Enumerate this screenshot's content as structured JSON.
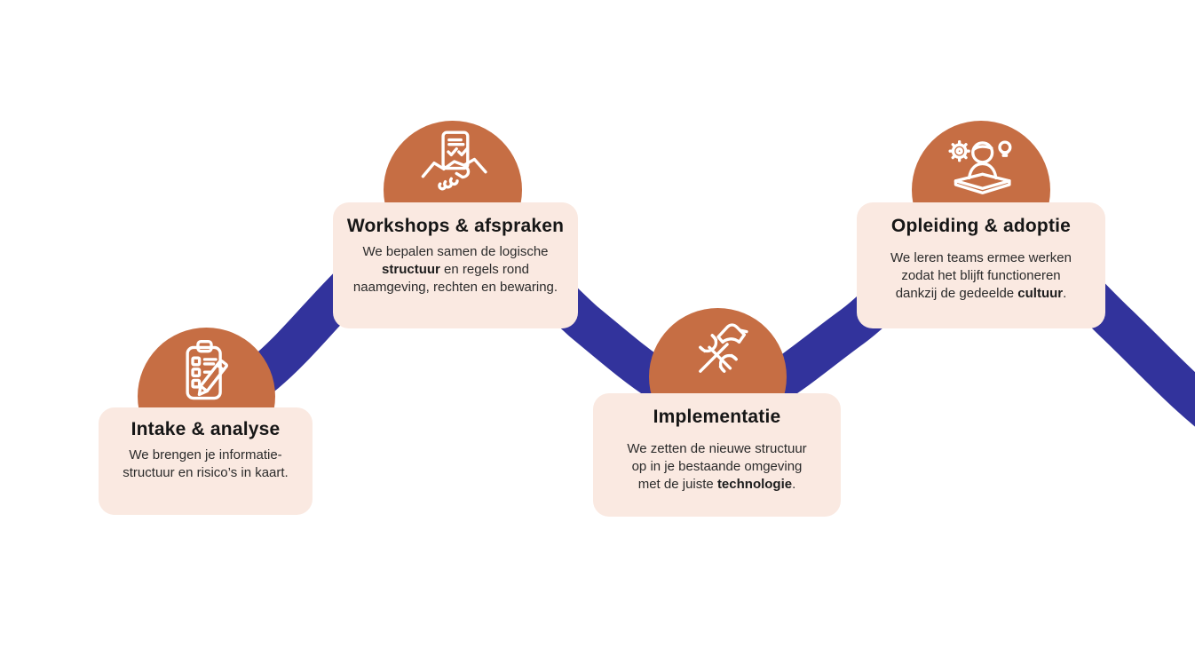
{
  "theme": {
    "bg": "#ffffff",
    "ribbon": "#32339c",
    "circle": "#c66e44",
    "card_bg": "#fae9e1",
    "title_color": "#161616",
    "body_color": "#2b2b2b",
    "icon_stroke": "#ffffff"
  },
  "diagram": {
    "kind": "process-flow-wave",
    "step_count": 4
  },
  "steps": [
    {
      "title": "Intake & analyse",
      "icon": "clipboard-checklist-pencil-icon",
      "body": [
        {
          "text": "We brengen je informatie-\nstructuur en risico’s in kaart.",
          "bold": false
        }
      ]
    },
    {
      "title": "Workshops & afspraken",
      "icon": "contract-handshake-icon",
      "body": [
        {
          "text": "We bepalen samen de logische\n",
          "bold": false
        },
        {
          "text": "structuur",
          "bold": true
        },
        {
          "text": " en regels rond\nnaamgeving, rechten en bewaring.",
          "bold": false
        }
      ]
    },
    {
      "title": "Implementatie",
      "icon": "wrench-hammer-tools-icon",
      "body": [
        {
          "text": "We zetten de nieuwe structuur\nop in je bestaande omgeving\nmet de juiste ",
          "bold": false
        },
        {
          "text": "technologie",
          "bold": true
        },
        {
          "text": ".",
          "bold": false
        }
      ]
    },
    {
      "title": "Opleiding & adoptie",
      "icon": "training-person-book-icon",
      "body": [
        {
          "text": "We leren teams ermee werken\nzodat het blijft functioneren\ndankzij de gedeelde ",
          "bold": false
        },
        {
          "text": "cultuur",
          "bold": true
        },
        {
          "text": ".",
          "bold": false
        }
      ]
    }
  ]
}
